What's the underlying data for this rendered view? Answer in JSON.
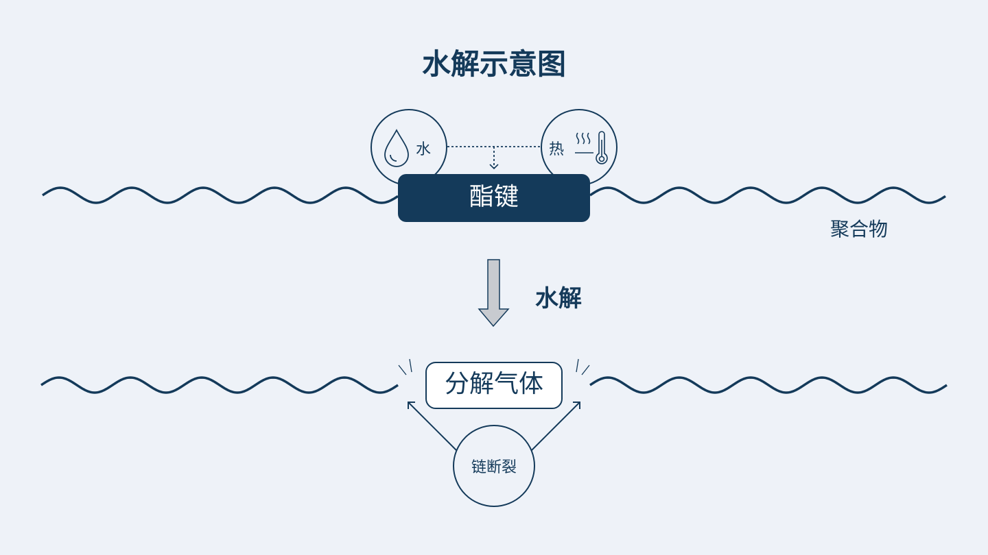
{
  "title": "水解示意图",
  "labels": {
    "water": "水",
    "heat": "热",
    "ester_bond": "酯键",
    "polymer": "聚合物",
    "hydrolysis": "水解",
    "decomposed_gas": "分解气体",
    "chain_scission": "链断裂"
  },
  "colors": {
    "primary": "#143a5a",
    "background": "#eef2f8",
    "arrow_fill": "#c8cbd0"
  }
}
